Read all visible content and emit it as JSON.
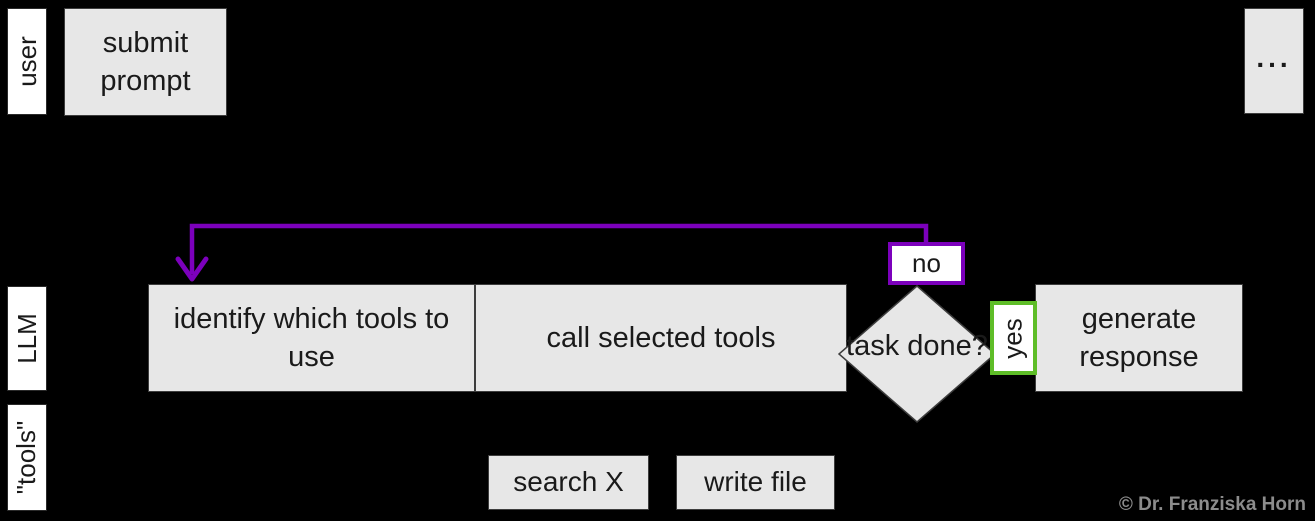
{
  "lanes": {
    "user": "user",
    "llm": "LLM",
    "tools": "\"tools\""
  },
  "nodes": {
    "submit_prompt": "submit prompt",
    "ellipsis": "...",
    "identify_tools": "identify which tools to use",
    "call_tools": "call selected tools",
    "task_done": "task done?",
    "generate_response": "generate response"
  },
  "tools": {
    "search": "search X",
    "write": "write file"
  },
  "decision": {
    "no_label": "no",
    "yes_label": "yes"
  },
  "footer": {
    "copyright": "© Dr. Franziska Horn"
  },
  "colors": {
    "background": "#000000",
    "box_fill": "#e7e7e7",
    "box_border": "#3d3d3d",
    "label_fill": "#ffffff",
    "loop_purple": "#7c00bc",
    "yes_green": "#5ebd28",
    "copyright_gray": "#8c8c8c"
  }
}
